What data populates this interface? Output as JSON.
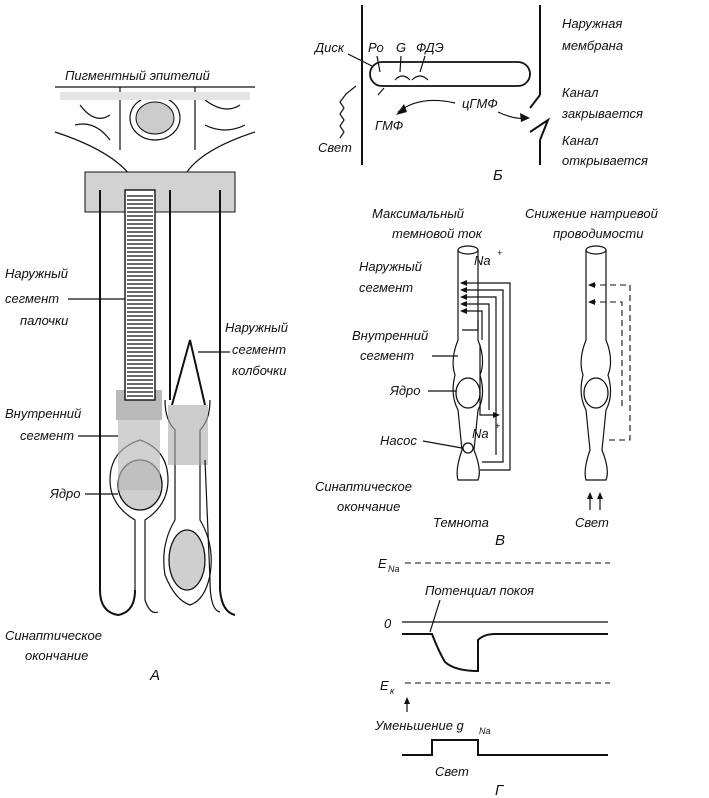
{
  "panel_a": {
    "pigment_epithelium": "Пигментный эпителий",
    "rod_outer_segment": [
      "Наружный",
      "сегмент",
      "палочки"
    ],
    "cone_outer_segment": [
      "Наружный",
      "сегмент",
      "колбочки"
    ],
    "inner_segment": [
      "Внутренний",
      "сегмент"
    ],
    "nucleus": "Ядро",
    "synaptic_ending": [
      "Синаптическое",
      "окончание"
    ],
    "letter": "А"
  },
  "panel_b": {
    "disc": "Диск",
    "rhodopsin": "Ро",
    "g_protein": "G",
    "pde": "ФДЭ",
    "outer_membrane": [
      "Наружная",
      "мембрана"
    ],
    "channel_closes": [
      "Канал",
      "закрывается"
    ],
    "channel_opens": [
      "Канал",
      "открывается"
    ],
    "cgmp": "цГМФ",
    "gmp": "ГМФ",
    "light": "Свет",
    "letter": "Б"
  },
  "panel_v": {
    "max_dark_current": [
      "Максимальный",
      "темновой ток"
    ],
    "sodium_decrease": [
      "Снижение натриевой",
      "проводимости"
    ],
    "na_ion": "Na",
    "outer_segment": [
      "Наружный",
      "сегмент"
    ],
    "inner_segment": [
      "Внутренний",
      "сегмент"
    ],
    "nucleus": "Ядро",
    "pump": "Насос",
    "synaptic_ending": [
      "Синаптическое",
      "окончание"
    ],
    "darkness": "Темнота",
    "light": "Свет",
    "letter": "В"
  },
  "panel_g": {
    "e_na": "E",
    "e_na_sub": "Na",
    "resting_potential": "Потенциал покоя",
    "zero": "0",
    "e_k": "E",
    "e_k_sub": "к",
    "g_decrease": "Уменьшение g",
    "g_sub": "Na",
    "light": "Свет",
    "letter": "Г"
  }
}
